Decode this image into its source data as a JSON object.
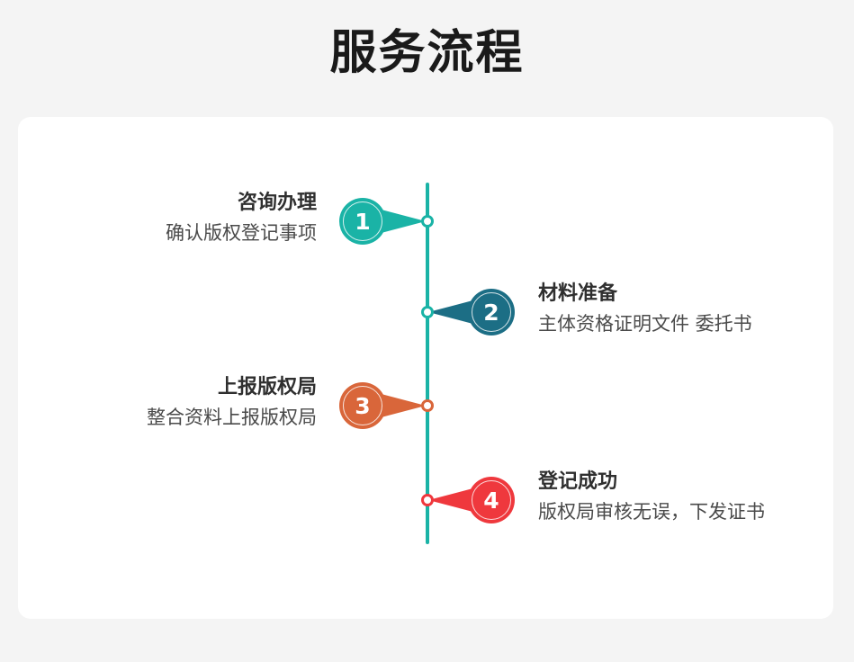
{
  "page": {
    "title": "服务流程",
    "background_color": "#f4f4f4",
    "card_color": "#ffffff",
    "timeline_color": "#1ab3a6"
  },
  "steps": [
    {
      "number": "1",
      "title": "咨询办理",
      "desc": "确认版权登记事项",
      "side": "left",
      "color": "#1ab3a6",
      "dot_color": "#1ab3a6"
    },
    {
      "number": "2",
      "title": "材料准备",
      "desc": "主体资格证明文件 委托书",
      "side": "right",
      "color": "#1c6e85",
      "dot_color": "#1ab3a6"
    },
    {
      "number": "3",
      "title": "上报版权局",
      "desc": "整合资料上报版权局",
      "side": "left",
      "color": "#d9663a",
      "dot_color": "#d9663a"
    },
    {
      "number": "4",
      "title": "登记成功",
      "desc": "版权局审核无误，下发证书",
      "side": "right",
      "color": "#ef383d",
      "dot_color": "#ef383d"
    }
  ]
}
